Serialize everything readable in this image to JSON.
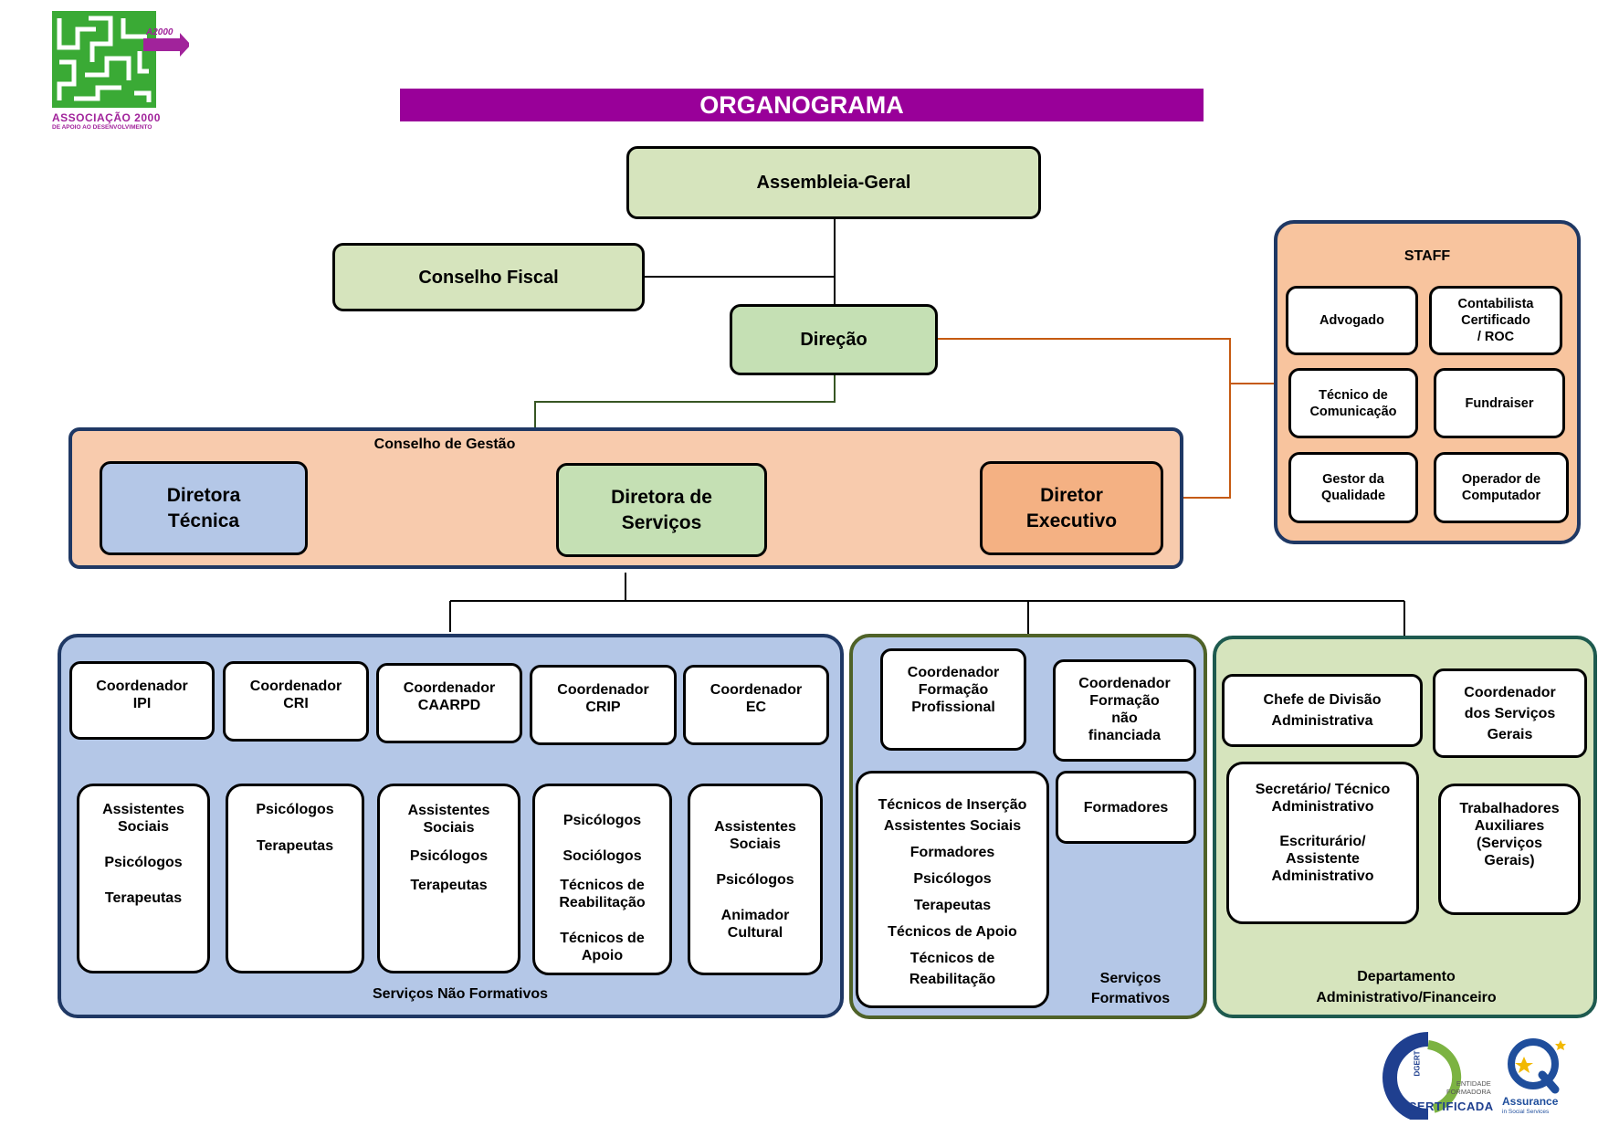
{
  "header": {
    "logo_text": "ASSOCIAÇÃO 2000",
    "logo_subtext": "DE APOIO AO DESENVOLVIMENTO",
    "logo_badge": "A2000",
    "title": "ORGANOGRAMA"
  },
  "top": {
    "assembleia": "Assembleia-Geral",
    "conselho_fiscal": "Conselho Fiscal",
    "direcao": "Direção"
  },
  "staff": {
    "title": "STAFF",
    "items": [
      "Advogado",
      "Contabilista\nCertificado\n/ ROC",
      "Técnico de\nComunicação",
      "Fundraiser",
      "Gestor da\nQualidade",
      "Operador de\nComputador"
    ]
  },
  "conselho_gestao": {
    "title": "Conselho de Gestão",
    "diretora_tecnica": "Diretora\nTécnica",
    "diretora_servicos": "Diretora de\nServiços",
    "diretor_executivo": "Diretor\nExecutivo"
  },
  "nao_formativos": {
    "label": "Serviços Não Formativos",
    "groups": [
      {
        "coord": "Coordenador\nIPI",
        "items": [
          "Assistentes\nSociais",
          "Psicólogos",
          "Terapeutas"
        ]
      },
      {
        "coord": "Coordenador\nCRI",
        "items": [
          "Psicólogos",
          "Terapeutas"
        ]
      },
      {
        "coord": "Coordenador\nCAARPD",
        "items": [
          "Assistentes\nSociais",
          "Psicólogos",
          "Terapeutas"
        ]
      },
      {
        "coord": "Coordenador\nCRIP",
        "items": [
          "Psicólogos",
          "Sociólogos",
          "Técnicos de\nReabilitação",
          "Técnicos de\nApoio"
        ]
      },
      {
        "coord": "Coordenador\nEC",
        "items": [
          "Assistentes\nSociais",
          "Psicólogos",
          "Animador\nCultural"
        ]
      }
    ]
  },
  "formativos": {
    "label": "Serviços\nFormativos",
    "coord1": "Coordenador\nFormação\nProfissional",
    "coord2": "Coordenador\nFormação\nnão\nfinanciada",
    "items1": [
      "Técnicos de Inserção\nAssistentes Sociais",
      "Formadores",
      "Psicólogos",
      "Terapeutas",
      "Técnicos de Apoio",
      "Técnicos de\nReabilitação"
    ],
    "items2": [
      "Formadores"
    ]
  },
  "administrativo": {
    "label": "Departamento\nAdministrativo/Financeiro",
    "chefe": "Chefe de Divisão\nAdministrativa",
    "coord": "Coordenador\ndos Serviços\nGerais",
    "items1": [
      "Secretário/ Técnico\nAdministrativo",
      "Escriturário/\nAssistente\nAdministrativo"
    ],
    "items2": [
      "Trabalhadores\nAuxiliares\n(Serviços\nGerais)"
    ]
  },
  "footer": {
    "cert_small": "ENTIDADE\nFORMADORA",
    "cert_big": "CERTIFICADA",
    "cert_dgert": "DGERT",
    "assurance": "Assurance",
    "assurance_sub": "in Social Services"
  },
  "colors": {
    "title_bar": "#990099",
    "green_light": "#d6e4bd",
    "green_box": "#c5e0b4",
    "blue_box": "#b4c7e7",
    "orange_box": "#f4b183",
    "panel_peach": "#f8cbad",
    "staff_panel": "#f8c49e",
    "logo_green": "#3aaa35",
    "logo_purple": "#a1239b",
    "orange_line": "#c55a11",
    "green_line": "#375623"
  }
}
